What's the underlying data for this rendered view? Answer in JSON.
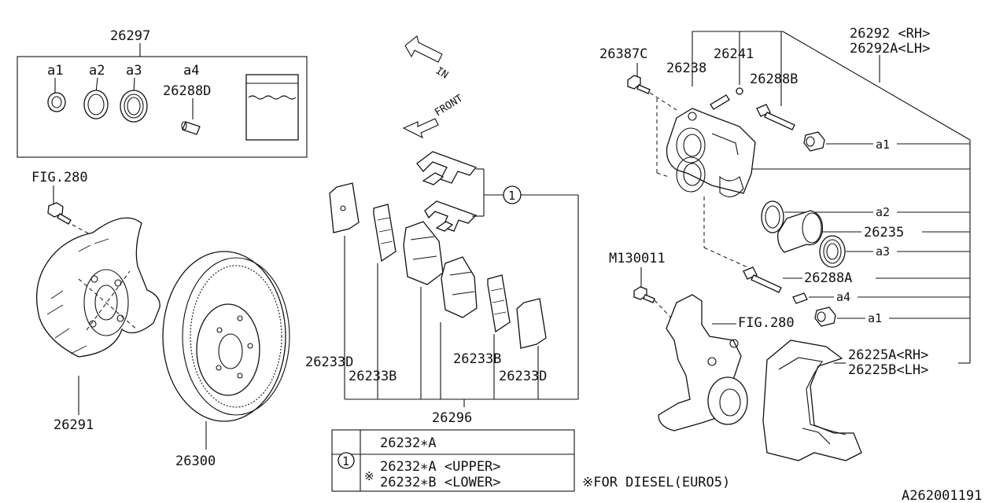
{
  "kit": {
    "part_no": "26297",
    "items": [
      "a1",
      "a2",
      "a3",
      "a4"
    ],
    "pin_part_no": "26288D"
  },
  "left": {
    "fig_ref": "FIG.280",
    "backing_plate": "26291",
    "disc_rotor": "26300"
  },
  "arrows": {
    "in": "IN",
    "front": "FRONT"
  },
  "pads": {
    "callout": "1",
    "shim_outer_left": "26233D",
    "shim_inner_left": "26233B",
    "shim_inner_right": "26233B",
    "shim_outer_right": "26233D",
    "pad_set": "26296"
  },
  "table": {
    "row1_callout": "",
    "row1_text": "26232∗A",
    "row2_callout": "1",
    "row2_mark": "※",
    "row2_upper": "26232∗A <UPPER>",
    "row2_lower": "26232∗B <LOWER>"
  },
  "note": "※FOR DIESEL(EURO5)",
  "caliper": {
    "bolt": "26387C",
    "bleeder": "26238",
    "cap": "26241",
    "pin_b": "26288B",
    "assy_rh": "26292 <RH>",
    "assy_lh": "26292A<LH>",
    "boot_a1_top": "a1",
    "seal_a2": "a2",
    "piston": "26235",
    "boot_a3": "a3",
    "pin_a": "26288A",
    "sleeve_a4": "a4",
    "boot_a1_bottom": "a1",
    "knuckle_bolt": "M130011",
    "knuckle_fig": "FIG.280",
    "support_rh": "26225A<RH>",
    "support_lh": "26225B<LH>"
  },
  "drawing_id": "A262001191"
}
